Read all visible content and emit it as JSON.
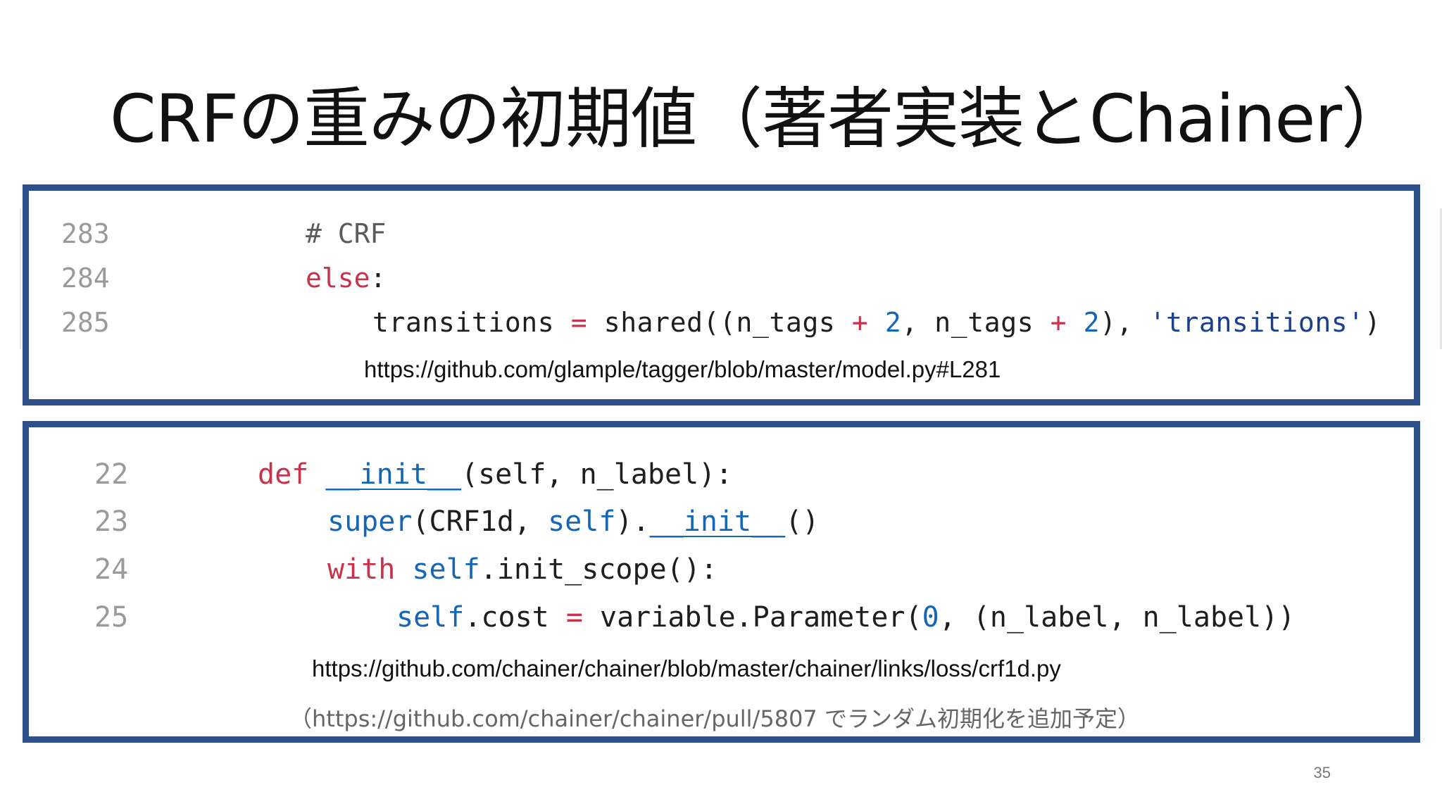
{
  "slide": {
    "title": "CRFの重みの初期値（著者実装とChainer）",
    "page_number": "35"
  },
  "snippet1": {
    "lines": [
      {
        "num": "283",
        "tokens": [
          {
            "t": "# CRF",
            "c": "cm"
          }
        ]
      },
      {
        "num": "284",
        "tokens": [
          {
            "t": "else",
            "c": "kw-red"
          },
          {
            "t": ":",
            "c": "plain"
          }
        ]
      },
      {
        "num": "285",
        "tokens": [
          {
            "t": "transitions ",
            "c": "plain"
          },
          {
            "t": "=",
            "c": "op"
          },
          {
            "t": " shared((n_tags ",
            "c": "plain"
          },
          {
            "t": "+",
            "c": "op"
          },
          {
            "t": " ",
            "c": "plain"
          },
          {
            "t": "2",
            "c": "num"
          },
          {
            "t": ", n_tags ",
            "c": "plain"
          },
          {
            "t": "+",
            "c": "op"
          },
          {
            "t": " ",
            "c": "plain"
          },
          {
            "t": "2",
            "c": "num"
          },
          {
            "t": "), ",
            "c": "plain"
          },
          {
            "t": "'transitions'",
            "c": "str"
          },
          {
            "t": ")",
            "c": "plain"
          }
        ]
      }
    ],
    "url": "https://github.com/glample/tagger/blob/master/model.py#L281"
  },
  "snippet2": {
    "lines": [
      {
        "num": "22",
        "tokens": [
          {
            "t": "def",
            "c": "kw-red"
          },
          {
            "t": " ",
            "c": "plain"
          },
          {
            "t": "__init__",
            "c": "kw-blue u"
          },
          {
            "t": "(self, n_label):",
            "c": "plain"
          }
        ]
      },
      {
        "num": "23",
        "tokens": [
          {
            "t": "super",
            "c": "kw-blue"
          },
          {
            "t": "(CRF1d, ",
            "c": "plain"
          },
          {
            "t": "self",
            "c": "kw-blue"
          },
          {
            "t": ").",
            "c": "plain"
          },
          {
            "t": "__init__",
            "c": "kw-blue u"
          },
          {
            "t": "()",
            "c": "plain"
          }
        ]
      },
      {
        "num": "24",
        "tokens": [
          {
            "t": "with",
            "c": "kw-red"
          },
          {
            "t": " ",
            "c": "plain"
          },
          {
            "t": "self",
            "c": "kw-blue"
          },
          {
            "t": ".init_scope():",
            "c": "plain"
          }
        ]
      },
      {
        "num": "25",
        "tokens": [
          {
            "t": "self",
            "c": "kw-blue"
          },
          {
            "t": ".cost ",
            "c": "plain"
          },
          {
            "t": "=",
            "c": "op"
          },
          {
            "t": " variable.Parameter(",
            "c": "plain"
          },
          {
            "t": "0",
            "c": "num"
          },
          {
            "t": ", (n_label, n_label))",
            "c": "plain"
          }
        ]
      }
    ],
    "url": "https://github.com/chainer/chainer/blob/master/chainer/links/loss/crf1d.py",
    "note": "（https://github.com/chainer/chainer/pull/5807 でランダム初期化を追加予定）"
  }
}
